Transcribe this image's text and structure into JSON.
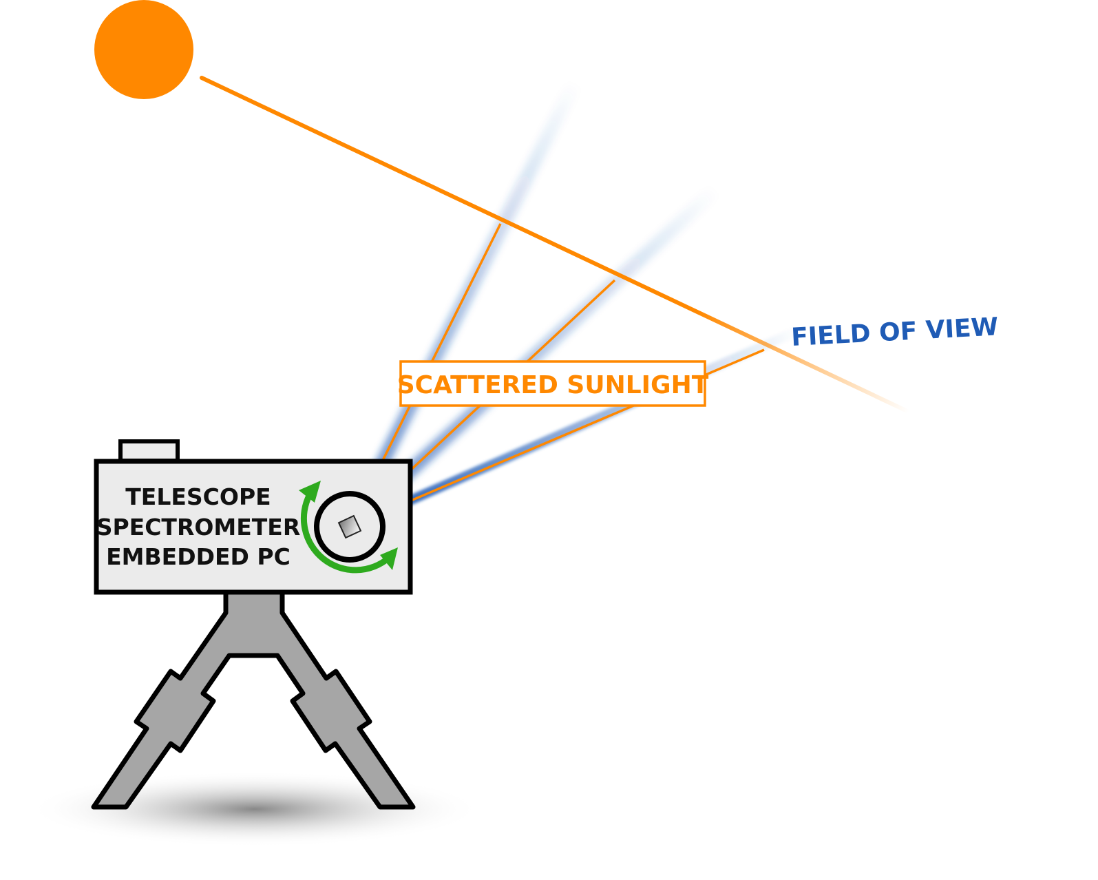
{
  "colors": {
    "sun": "#ff8800",
    "scattered": "#ff8800",
    "field_of_view": "#1f5bb5",
    "rotation_arrow": "#2eaa1e",
    "device_fill": "#ebebeb",
    "tripod_fill": "#a6a6a6"
  },
  "labels": {
    "scattered_sunlight": "SCATTERED SUNLIGHT",
    "field_of_view": "FIELD OF VIEW"
  },
  "device": {
    "lines": [
      "TELESCOPE",
      "SPECTROMETER",
      "EMBEDDED PC"
    ]
  },
  "icons": [
    "sun-icon",
    "rotation-arrow-icon",
    "telescope-lens-icon",
    "tripod-icon"
  ]
}
